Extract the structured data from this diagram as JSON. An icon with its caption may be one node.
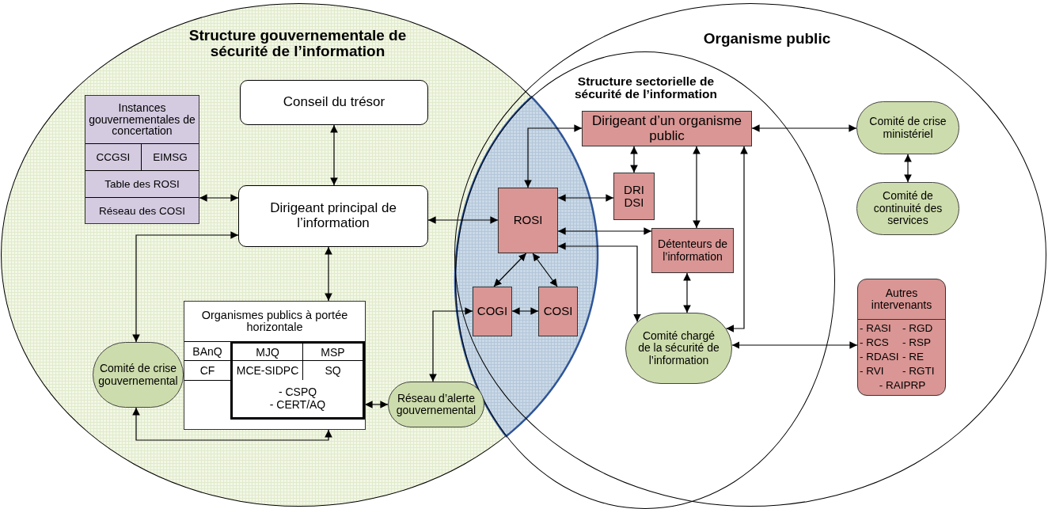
{
  "diagram": {
    "nodes": [
      {
        "text": [
          "Structure gouvernementale de sécurité de l’information"
        ]
      },
      {
        "text": [
          "Conseil du trésor"
        ],
        "in": 0
      },
      {
        "text": [
          "Instances gouvernementales de concertation",
          "CCGSI",
          "EIMSG",
          "Table des ROSI",
          "Réseau des COSI"
        ],
        "in": 0
      },
      {
        "text": [
          "Dirigeant principal de l’information"
        ],
        "in": 0
      },
      {
        "text": [
          "Organismes publics à  portée horizontale",
          "BAnQ",
          "MJQ",
          "MSP",
          "CF",
          "MCE-SIDPC",
          "SQ"
        ],
        "in": 0
      },
      {
        "text": [
          "- CSPQ",
          "- CERT/AQ"
        ],
        "in": 4
      },
      {
        "text": [
          "Comité de crise gouvernemental"
        ],
        "in": 0
      },
      {
        "text": [
          "Réseau d’alerte gouvernemental"
        ],
        "in": 0
      },
      {
        "text": [
          "Organisme public"
        ]
      },
      {
        "text": [
          "Structure sectorielle de sécurité de l’information"
        ],
        "in": 8
      },
      {
        "text": [
          "Dirigeant d’un organisme public"
        ],
        "in": 9
      },
      {
        "text": [
          "DRI",
          "DSI"
        ],
        "in": 9
      },
      {
        "text": [
          "ROSI"
        ]
      },
      {
        "text": [
          "Détenteurs de l’information"
        ],
        "in": 9
      },
      {
        "text": [
          "COGI"
        ]
      },
      {
        "text": [
          "COSI"
        ]
      },
      {
        "text": [
          "Comité chargé de la sécurité de l’information"
        ],
        "in": 9
      },
      {
        "text": [
          "Comité de crise ministériel"
        ],
        "in": 8
      },
      {
        "text": [
          "Comité de continuité des services"
        ],
        "in": 8
      },
      {
        "text": [
          "Autres intervenants",
          "- RASI",
          "- RGD",
          "- RCS",
          "- RSP",
          "- RDASI",
          "- RE",
          "- RVI",
          "- RGTI",
          "- RAIPRP"
        ],
        "in": 8
      }
    ],
    "edges": [
      {
        "from": 1,
        "to": 3,
        "arrow": "both"
      },
      {
        "from": 2,
        "to": 3,
        "arrow": "both"
      },
      {
        "from": 3,
        "to": 12,
        "arrow": "both"
      },
      {
        "from": 3,
        "to": 4,
        "arrow": "both"
      },
      {
        "from": 6,
        "to": 3,
        "arrow": "both"
      },
      {
        "from": 4,
        "to": 6,
        "arrow": "both"
      },
      {
        "from": 5,
        "to": 7,
        "arrow": "both"
      },
      {
        "from": 14,
        "to": 7,
        "arrow": "both"
      },
      {
        "from": 12,
        "to": 14,
        "arrow": "both"
      },
      {
        "from": 12,
        "to": 15,
        "arrow": "both"
      },
      {
        "from": 14,
        "to": 15,
        "arrow": "both"
      },
      {
        "from": 12,
        "to": 10,
        "arrow": "both"
      },
      {
        "from": 10,
        "to": 11,
        "arrow": "both"
      },
      {
        "from": 12,
        "to": 11,
        "arrow": "both"
      },
      {
        "from": 12,
        "to": 13,
        "arrow": "both"
      },
      {
        "from": 12,
        "to": 16,
        "arrow": "both"
      },
      {
        "from": 10,
        "to": 13,
        "arrow": "both"
      },
      {
        "from": 13,
        "to": 16,
        "arrow": "both"
      },
      {
        "from": 16,
        "to": 10,
        "arrow": "both"
      },
      {
        "from": 10,
        "to": 17,
        "arrow": "both"
      },
      {
        "from": 17,
        "to": 18,
        "arrow": "both"
      },
      {
        "from": 16,
        "to": 19,
        "arrow": "both"
      }
    ]
  }
}
